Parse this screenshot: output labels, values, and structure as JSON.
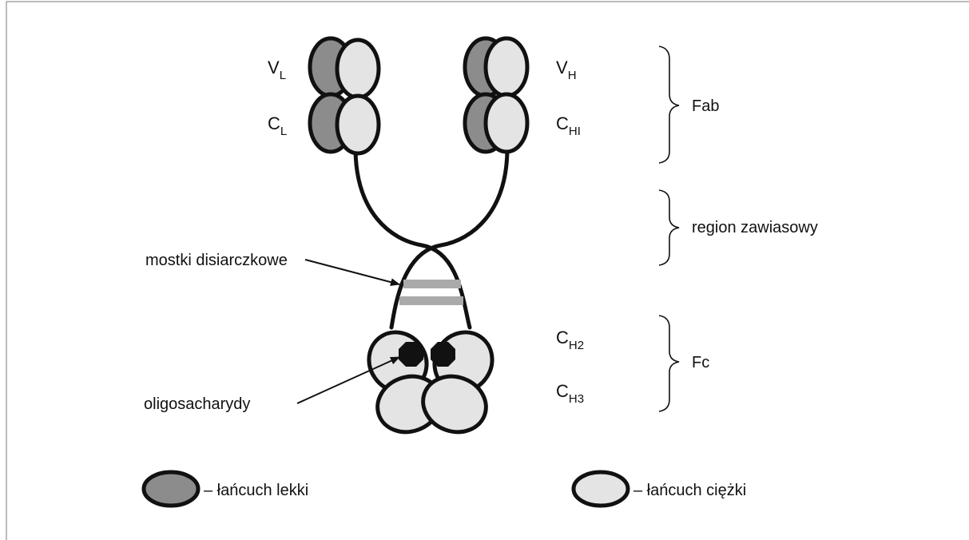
{
  "colors": {
    "light_chain": "#8c8c8c",
    "heavy_chain": "#e4e4e4",
    "outline": "#111111",
    "disulfide": "#aaaaaa",
    "oligosaccharide": "#111111"
  },
  "domains": {
    "vl": {
      "main": "V",
      "sub": "L"
    },
    "cl": {
      "main": "C",
      "sub": "L"
    },
    "vh": {
      "main": "V",
      "sub": "H"
    },
    "chi": {
      "main": "C",
      "sub": "HI"
    },
    "ch2": {
      "main": "C",
      "sub": "H2"
    },
    "ch3": {
      "main": "C",
      "sub": "H3"
    }
  },
  "brackets": {
    "fab": "Fab",
    "hinge": "region zawiasowy",
    "fc": "Fc"
  },
  "callouts": {
    "disulfide": "mostki disiarczkowe",
    "oligosaccharide": "oligosacharydy"
  },
  "legend": {
    "light": "– łańcuch lekki",
    "heavy": "– łańcuch ciężki"
  }
}
